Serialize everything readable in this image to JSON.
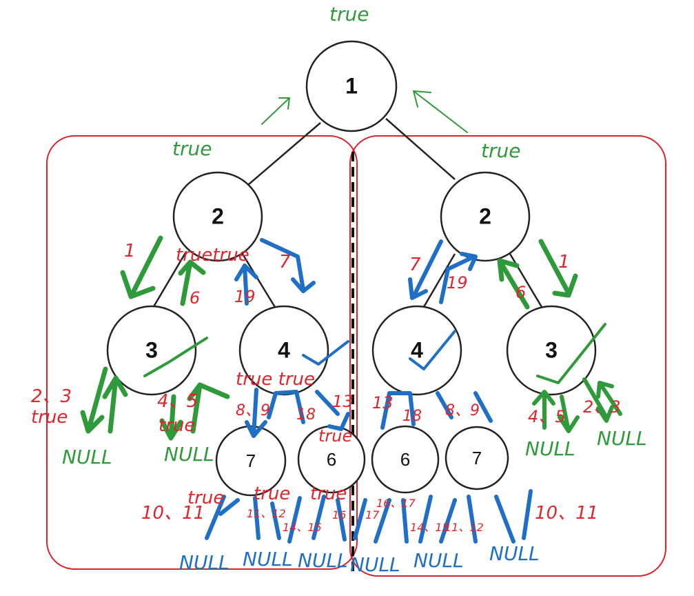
{
  "nodes": {
    "root": "1",
    "left_2": "2",
    "right_2": "2",
    "left_3": "3",
    "left_4": "4",
    "right_4": "4",
    "right_3": "3",
    "left_7": "7",
    "left_6": "6",
    "right_6": "6",
    "right_7": "7"
  },
  "annotations": {
    "root_true": "true",
    "left_true": "true",
    "right_true": "true",
    "left_step1": "1",
    "left_truetrue": "truetrue",
    "left_step7": "7",
    "left_step6": "6",
    "left_step19": "19",
    "left_step23": "2、3",
    "left_true23": "true",
    "left_step45": "4、5",
    "left_true45": "true",
    "left_null1": "NULL",
    "left_null2": "NULL",
    "left_true_true": "true true",
    "left_step8": "8、9",
    "left_step18": "18",
    "left_step13": "13",
    "left_true6": "true",
    "bottom_true_a": "true",
    "bottom_true_b": "true",
    "bottom_true_c": "true",
    "left_step1011": "10、11",
    "left_step1112": "11、12",
    "left_step1415": "14、15",
    "left_step16": "16",
    "right_step17": "17",
    "right_step1617": "16、17",
    "right_step1415": "14、15",
    "right_step1112": "11、12",
    "right_step1011": "10、11",
    "right_step7": "7",
    "right_step19": "19",
    "right_step6": "6",
    "right_step1": "1",
    "right_step13": "13",
    "right_step18": "18",
    "right_step89": "8、9",
    "right_step45": "4、5",
    "right_step23": "2、3",
    "right_null1": "NULL",
    "right_null2": "NULL",
    "bottom_null1": "NULL",
    "bottom_null2": "NULL",
    "bottom_null3": "NULL",
    "bottom_null4": "NULL",
    "bottom_null5": "NULL",
    "bottom_null6": "NULL"
  },
  "colors": {
    "green": "#2e9a3a",
    "red": "#e0262c",
    "blue": "#1f6fc7",
    "frame": "#d8232a"
  }
}
